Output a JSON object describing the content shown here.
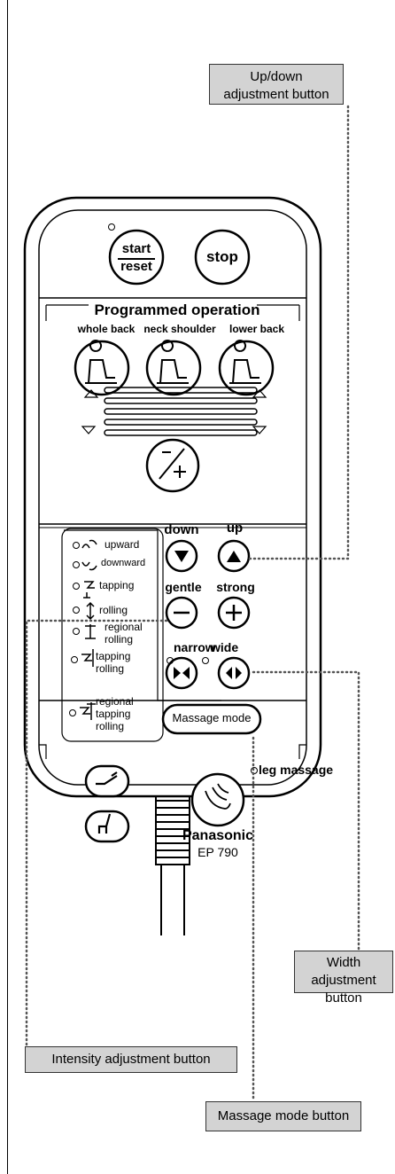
{
  "callouts": {
    "updown": "Up/down adjustment button",
    "width": "Width adjustment button",
    "intensity": "Intensity adjustment button",
    "mode": "Massage mode button"
  },
  "remote": {
    "start_top": "start",
    "start_bottom": "reset",
    "stop": "stop",
    "programmed_title": "Programmed operation",
    "whole_back": "whole back",
    "neck_shoulder": "neck shoulder",
    "lower_back": "lower back",
    "down": "down",
    "up": "up",
    "gentle": "gentle",
    "strong": "strong",
    "narrow": "narrow",
    "wide": "wide",
    "massage_mode": "Massage mode",
    "leg_massage": "leg massage",
    "brand": "Panasonic",
    "model": "EP 790"
  },
  "modes": {
    "upward": "upward",
    "downward": "downward",
    "tapping": "tapping",
    "rolling": "rolling",
    "regional_rolling_1": "regional",
    "regional_rolling_2": "rolling",
    "tapping_rolling_1": "tapping",
    "tapping_rolling_2": "rolling",
    "rtr_1": "regional",
    "rtr_2": "tapping",
    "rtr_3": "rolling"
  }
}
